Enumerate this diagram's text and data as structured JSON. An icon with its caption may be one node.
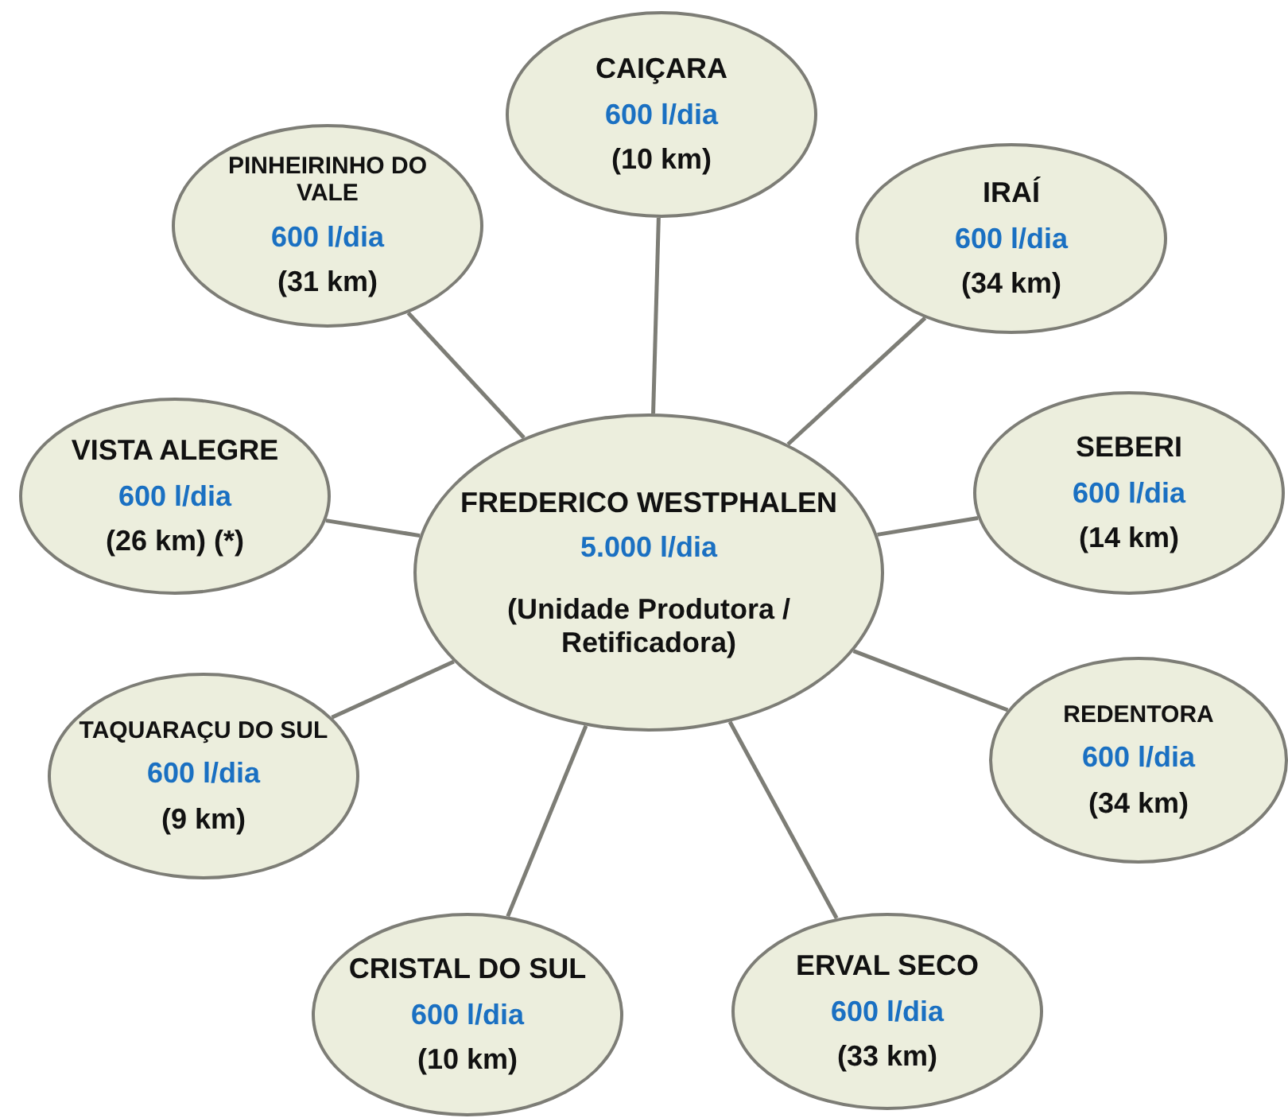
{
  "diagram": {
    "nodes": [
      {
        "text": [
          "FREDERICO WESTPHALEN",
          "5.000 l/dia",
          "(Unidade Produtora / Retificadora)"
        ]
      },
      {
        "text": [
          "CAIÇARA",
          "600 l/dia",
          "(10 km)"
        ]
      },
      {
        "text": [
          "IRAÍ",
          "600 l/dia",
          "(34 km)"
        ]
      },
      {
        "text": [
          "SEBERI",
          "600 l/dia",
          "(14 km)"
        ]
      },
      {
        "text": [
          "REDENTORA",
          "600 l/dia",
          "(34 km)"
        ]
      },
      {
        "text": [
          "ERVAL SECO",
          "600 l/dia",
          "(33 km)"
        ]
      },
      {
        "text": [
          "CRISTAL DO SUL",
          "600 l/dia",
          "(10 km)"
        ]
      },
      {
        "text": [
          "TAQUARAÇU DO SUL",
          "600 l/dia",
          "(9 km)"
        ]
      },
      {
        "text": [
          "VISTA ALEGRE",
          "600 l/dia",
          "(26 km) (*)"
        ]
      },
      {
        "text": [
          "PINHEIRINHO DO VALE",
          "600 l/dia",
          "(31 km)"
        ]
      }
    ],
    "edges": [
      {
        "from": 0,
        "to": 1,
        "arrow": "none"
      },
      {
        "from": 0,
        "to": 2,
        "arrow": "none"
      },
      {
        "from": 0,
        "to": 3,
        "arrow": "none"
      },
      {
        "from": 0,
        "to": 4,
        "arrow": "none"
      },
      {
        "from": 0,
        "to": 5,
        "arrow": "none"
      },
      {
        "from": 0,
        "to": 6,
        "arrow": "none"
      },
      {
        "from": 0,
        "to": 7,
        "arrow": "none"
      },
      {
        "from": 0,
        "to": 8,
        "arrow": "none"
      },
      {
        "from": 0,
        "to": 9,
        "arrow": "none"
      }
    ]
  }
}
